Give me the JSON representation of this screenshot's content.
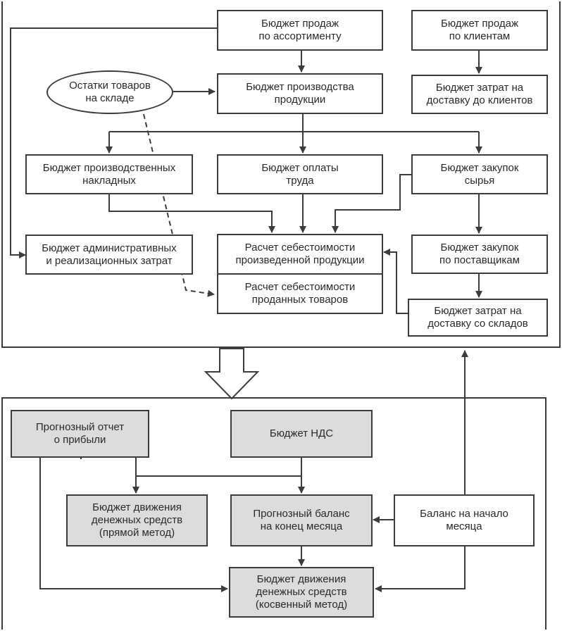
{
  "diagram": {
    "nodes": {
      "sales_by_assortment": "Бюджет продаж\nпо ассортименту",
      "sales_by_clients": "Бюджет продаж\nпо клиентам",
      "stock_on_hand": "Остатки товаров\nна складе",
      "production_budget": "Бюджет производства\nпродукции",
      "client_delivery_costs": "Бюджет затрат на\nдоставку до клиентов",
      "production_overhead": "Бюджет производственных\nнакладных",
      "labor_payment": "Бюджет оплаты\nтруда",
      "raw_purchases": "Бюджет закупок\nсырья",
      "admin_sales_costs": "Бюджет административных\nи реализационных затрат",
      "cost_of_production": "Расчет себестоимости\nпроизведенной продукции",
      "cost_of_goods_sold": "Расчет себестоимости\nпроданных товаров",
      "purchases_by_suppliers": "Бюджет закупок\nпо поставщикам",
      "warehouse_delivery_costs": "Бюджет затрат на\nдоставку со складов",
      "forecast_income": "Прогнозный отчет\nо прибыли",
      "vat_budget": "Бюджет НДС",
      "cashflow_direct": "Бюджет движения\nденежных средств\n(прямой метод)",
      "forecast_balance": "Прогнозный баланс\nна конец месяца",
      "opening_balance": "Баланс на начало\nмесяца",
      "cashflow_indirect": "Бюджет движения\nденежных средств\n(косвенный метод)"
    }
  }
}
